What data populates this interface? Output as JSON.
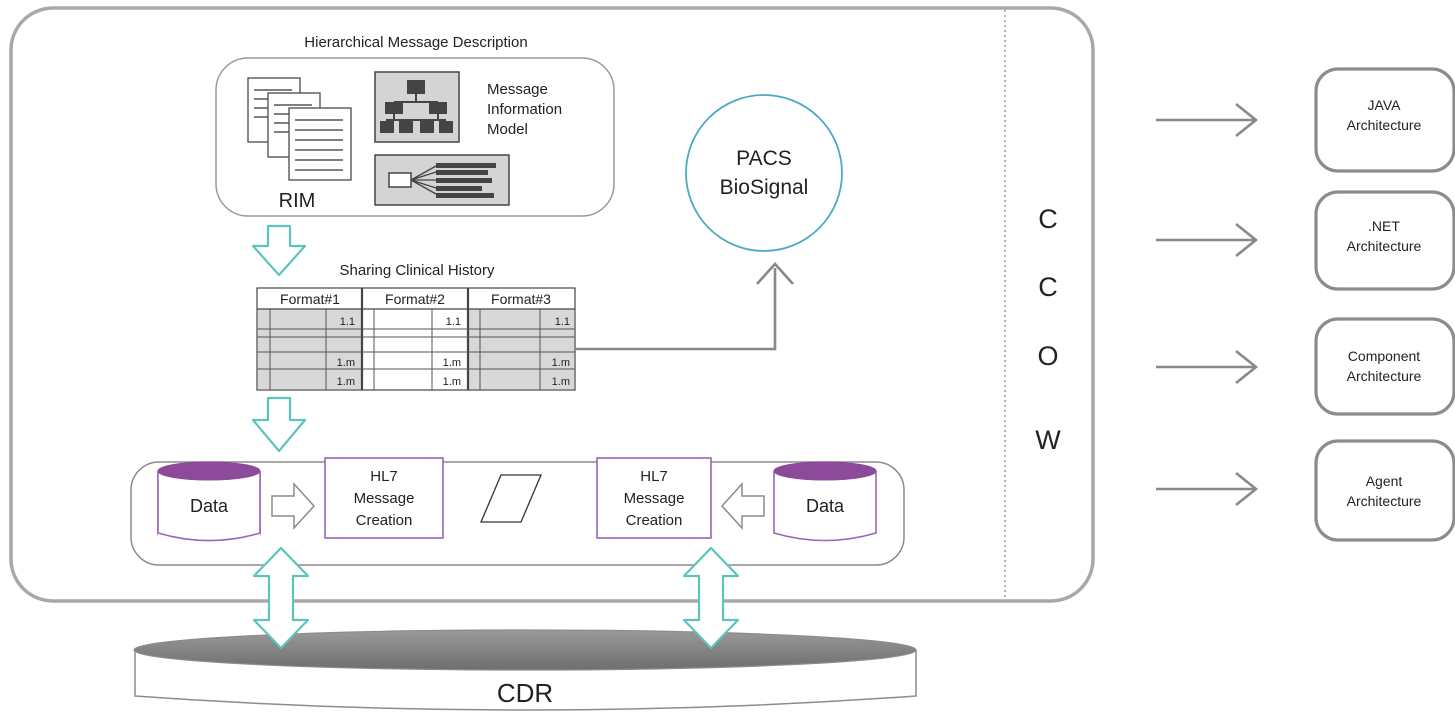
{
  "hierarchical": {
    "title": "Hierarchical Message Description",
    "rim_label": "RIM",
    "model_label": [
      "Message",
      "Information",
      "Model"
    ]
  },
  "pacs": {
    "label": [
      "PACS",
      "BioSignal"
    ]
  },
  "sharing": {
    "title": "Sharing Clinical History",
    "formats": [
      "Format#1",
      "Format#2",
      "Format#3"
    ],
    "rows": [
      "1.1",
      "",
      "1.m",
      "1.m"
    ]
  },
  "hl7": {
    "data_label": "Data",
    "message_label": [
      "HL7",
      "Message",
      "Creation"
    ]
  },
  "ccow": {
    "letters": [
      "C",
      "C",
      "O",
      "W"
    ]
  },
  "cdr": {
    "label": "CDR"
  },
  "architectures": [
    {
      "line1": "JAVA",
      "line2": "Architecture"
    },
    {
      "line1": ".NET",
      "line2": "Architecture"
    },
    {
      "line1": "Component",
      "line2": "Architecture"
    },
    {
      "line1": "Agent",
      "line2": "Architecture"
    }
  ]
}
